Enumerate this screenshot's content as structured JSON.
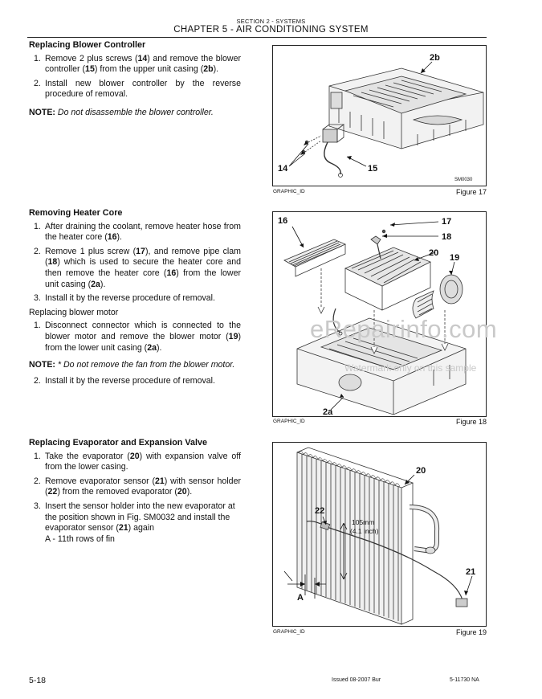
{
  "header": {
    "section": "SECTION 2 - SYSTEMS",
    "chapter": "CHAPTER 5 - AIR CONDITIONING SYSTEM"
  },
  "blower_controller": {
    "heading": "Replacing Blower Controller",
    "step1": {
      "num": "1.",
      "a": "Remove 2 plus screws (",
      "b": "14",
      "c": ") and remove the blower controller (",
      "d": "15",
      "e": ") from the upper unit casing (",
      "f": "2b",
      "g": ")."
    },
    "step2": {
      "num": "2.",
      "text": "Install new blower controller by the reverse procedure of removal."
    },
    "note_label": "NOTE:",
    "note_text": "Do not disassemble the blower controller."
  },
  "heater_core": {
    "heading": "Removing Heater Core",
    "step1": {
      "num": "1.",
      "a": "After draining the coolant, remove heater hose from the heater core (",
      "b": "16",
      "c": ")."
    },
    "step2": {
      "num": "2.",
      "a": "Remove 1 plus screw (",
      "b": "17",
      "c": "), and remove pipe clam (",
      "d": "18",
      "e": ") which is used to secure the heater core and then remove the heater core (",
      "f": "16",
      "g": ") from the lower unit casing (",
      "h": "2a",
      "i": ")."
    },
    "step3": {
      "num": "3.",
      "text": "Install it by the reverse procedure of removal."
    },
    "sub": "Replacing blower motor",
    "step4": {
      "num": "1.",
      "a": "Disconnect connector which is connected to the blower motor and remove the blower motor (",
      "b": "19",
      "c": ") from the lower unit casing (",
      "d": "2a",
      "e": ")."
    },
    "note_label": "NOTE:",
    "note_text": "* Do not remove the fan from the blower motor.",
    "step5": {
      "num": "2.",
      "text": "Install it by the reverse procedure of removal."
    }
  },
  "evaporator": {
    "heading": "Replacing Evaporator and Expansion Valve",
    "step1": {
      "num": "1.",
      "a": "Take the evaporator (",
      "b": "20",
      "c": ") with expansion valve off from the lower casing."
    },
    "step2": {
      "num": "2.",
      "a": "Remove evaporator sensor (",
      "b": "21",
      "c": ") with sensor holder (",
      "d": "22",
      "e": ") from the removed evaporator (",
      "f": "20",
      "g": ")."
    },
    "step3": {
      "num": "3.",
      "a": "Insert the sensor holder into the new evaporator at the position shown in Fig. SM0032 and install the evaporator sensor (",
      "b": "21",
      "c": ") again"
    },
    "step3_extra": "A - 11th rows of fin"
  },
  "figures": [
    {
      "graphic_id": "GRAPHIC_ID",
      "label": "Figure 17",
      "code": "SM0030",
      "callouts": [
        "2b",
        "14",
        "15"
      ]
    },
    {
      "graphic_id": "GRAPHIC_ID",
      "label": "Figure 18",
      "callouts": [
        "16",
        "17",
        "18",
        "20",
        "19",
        "2a"
      ]
    },
    {
      "graphic_id": "GRAPHIC_ID",
      "label": "Figure 19",
      "callouts": [
        "20",
        "22",
        "21",
        "A"
      ],
      "dimension": [
        "105mm",
        "(4.1 inch)"
      ]
    }
  ],
  "watermark": {
    "main": "eRepairinfo.com",
    "sub": "Watermark only on this sample"
  },
  "footer": {
    "page": "5-18",
    "issued": "Issued 08-2007   Bur",
    "code": "5-11730 NA"
  }
}
